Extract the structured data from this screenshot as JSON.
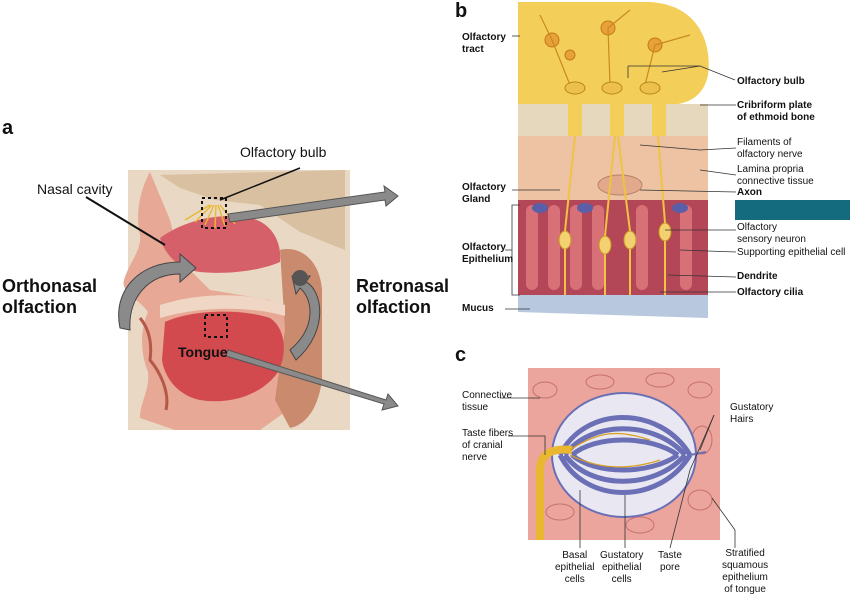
{
  "panels": {
    "a": "a",
    "b": "b",
    "c": "c"
  },
  "panel_a": {
    "olfactory_bulb": "Olfactory bulb",
    "nasal_cavity": "Nasal cavity",
    "orthonasal": [
      "Orthonasal",
      "olfaction"
    ],
    "retronasal": [
      "Retronasal",
      "olfaction"
    ],
    "tongue": "Tongue"
  },
  "panel_b": {
    "left_labels": {
      "olfactory_tract": [
        "Olfactory",
        "tract"
      ],
      "olfactory_gland": [
        "Olfactory",
        "Gland"
      ],
      "olfactory_epithelium": [
        "Olfactory",
        "Epithelium"
      ],
      "mucus": "Mucus"
    },
    "right_labels": {
      "olfactory_bulb": "Olfactory bulb",
      "cribriform": [
        "Cribriform plate",
        "of ethmoid bone"
      ],
      "filaments": [
        "Filaments of",
        "olfactory nerve"
      ],
      "lamina": [
        "Lamina propria",
        "connective tissue"
      ],
      "axon": "Axon",
      "sensory_neuron": [
        "Olfactory",
        "sensory neuron"
      ],
      "supporting": "Supporting epithelial cell",
      "dendrite": "Dendrite",
      "cilia": "Olfactory cilia"
    }
  },
  "panel_c": {
    "connective": [
      "Connective",
      "tissue"
    ],
    "taste_fibers": [
      "Taste fibers",
      "of cranial",
      "nerve"
    ],
    "gustatory_hairs": [
      "Gustatory",
      "Hairs"
    ],
    "basal": [
      "Basal",
      "epithelial",
      "cells"
    ],
    "gustatory_cells": [
      "Gustatory",
      "epithelial",
      "cells"
    ],
    "taste_pore": [
      "Taste",
      "pore"
    ],
    "stratified": [
      "Stratified",
      "squamous",
      "epithelium",
      "of tongue"
    ]
  },
  "colors": {
    "tissue_pink": "#e8a090",
    "bulb_yellow": "#f3cf5a",
    "nerve_yellow": "#e9b830",
    "cell_red": "#c8445a",
    "purple": "#6b6fb6",
    "arrow_gray": "#8a8a8a",
    "redaction": "#156b7e"
  }
}
